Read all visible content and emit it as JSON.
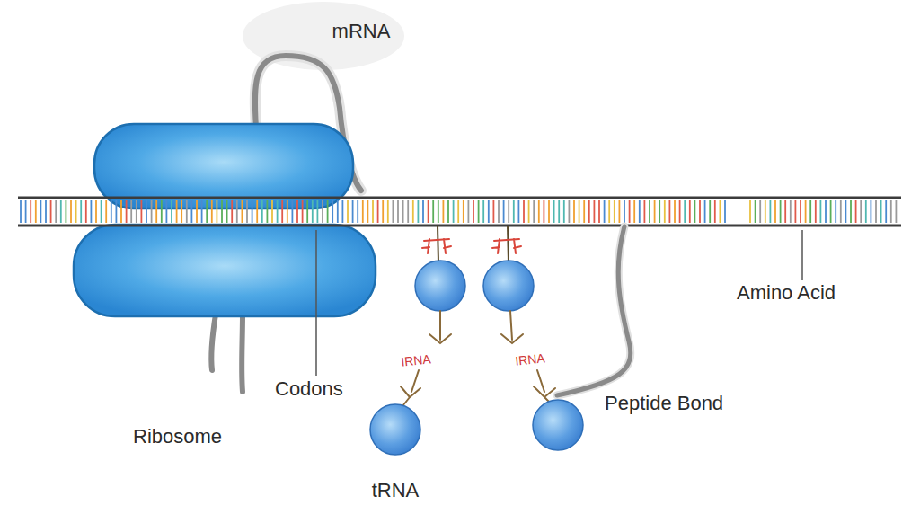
{
  "diagram": {
    "labels": [
      "mRNA",
      "Codons",
      "Amino Acid",
      "IRNA",
      "IRNA",
      "Peptide Bond",
      "Ribosome",
      "tRNA"
    ]
  }
}
